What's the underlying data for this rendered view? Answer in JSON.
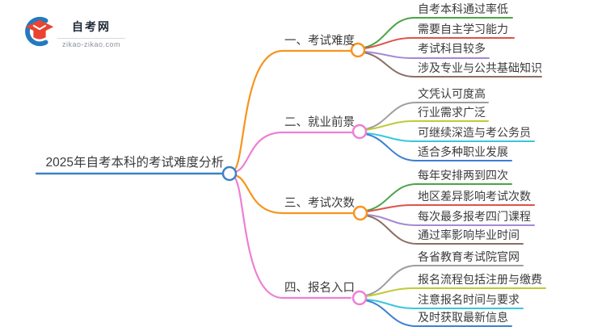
{
  "logo": {
    "title": "自考网",
    "domain": "zikao-zikao.com",
    "icon": "graduation-cap-icon"
  },
  "colors": {
    "text": "#3b3b3b",
    "root_blue": "#3e82c6",
    "orange": "#f7941e",
    "pink": "#ee7fd4",
    "green": "#4aa546",
    "red": "#dd5348",
    "purple": "#a489d4",
    "brown": "#8d6e63",
    "gray": "#9e9e9e",
    "olive": "#c0ca33",
    "cyan": "#3bc6dc",
    "blue": "#3d7fd1",
    "logo_red": "#e8442f",
    "logo_blue": "#2579be"
  },
  "mindmap": {
    "root": "2025年自考本科的考试难度分析",
    "branches": [
      {
        "label": "一、考试难度",
        "children": [
          "自考本科通过率低",
          "需要自主学习能力",
          "考试科目较多",
          "涉及专业与公共基础知识"
        ]
      },
      {
        "label": "二、就业前景",
        "children": [
          "文凭认可度高",
          "行业需求广泛",
          "可继续深造与考公务员",
          "适合多种职业发展"
        ]
      },
      {
        "label": "三、考试次数",
        "children": [
          "每年安排两到四次",
          "地区差异影响考试次数",
          "每次最多报考四门课程",
          "通过率影响毕业时间"
        ]
      },
      {
        "label": "四、报名入口",
        "children": [
          "各省教育考试院官网",
          "报名流程包括注册与缴费",
          "注意报名时间与要求",
          "及时获取最新信息"
        ]
      }
    ]
  }
}
